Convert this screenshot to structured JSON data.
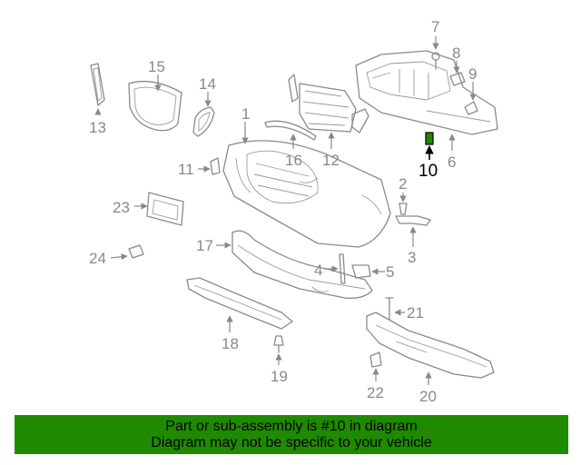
{
  "diagram": {
    "highlight_part": "10",
    "highlight_color": "#1f8a00",
    "callouts": [
      "1",
      "2",
      "3",
      "4",
      "5",
      "6",
      "7",
      "8",
      "9",
      "10",
      "11",
      "12",
      "13",
      "14",
      "15",
      "16",
      "17",
      "18",
      "19",
      "20",
      "21",
      "22",
      "23",
      "24"
    ]
  },
  "banner": {
    "line1": "Part or sub-assembly is #10 in diagram",
    "line2": "Diagram may not be specific to your vehicle",
    "background": "#1f8a00"
  }
}
